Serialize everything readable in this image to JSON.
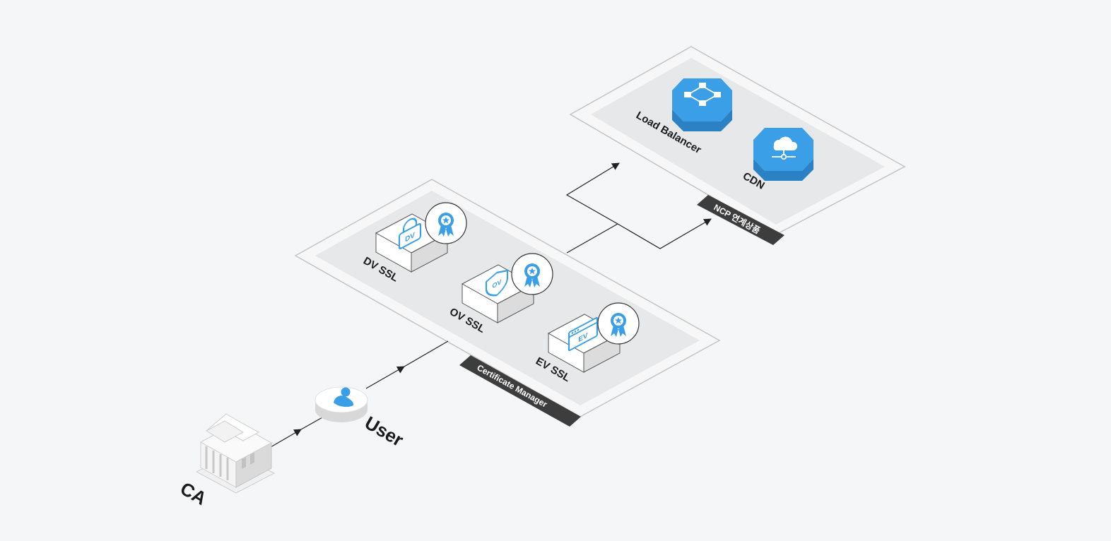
{
  "diagram": {
    "nodes": {
      "ca": {
        "label": "CA",
        "icon": "bank-building-icon"
      },
      "user": {
        "label": "User",
        "icon": "user-icon"
      },
      "cert_manager": {
        "tag": "Certificate Manager"
      },
      "dv": {
        "label": "DV SSL",
        "badge_text": "DV",
        "icon": "padlock-icon"
      },
      "ov": {
        "label": "OV SSL",
        "badge_text": "OV",
        "icon": "shield-icon"
      },
      "ev": {
        "label": "EV SSL",
        "badge_text": "EV",
        "icon": "browser-window-icon"
      },
      "ncp": {
        "tag": "NCP 연계상품"
      },
      "load_balancer": {
        "label": "Load Balancer",
        "icon": "load-balancer-network-icon"
      },
      "cdn": {
        "label": "CDN",
        "icon": "cloud-network-icon"
      }
    },
    "edges": [
      {
        "from": "CA",
        "to": "User"
      },
      {
        "from": "User",
        "to": "Certificate Manager"
      },
      {
        "from": "Certificate Manager",
        "to": "Load Balancer"
      },
      {
        "from": "Certificate Manager",
        "to": "CDN"
      }
    ],
    "colors": {
      "background": "#f5f6f8",
      "accent_blue": "#3a9fe6",
      "tag_dark": "#3d3d3d",
      "panel_fill": "#e7e8ea",
      "panel_border": "#c8c8c8"
    },
    "icons": {
      "certificate": "award-ribbon-icon"
    }
  }
}
